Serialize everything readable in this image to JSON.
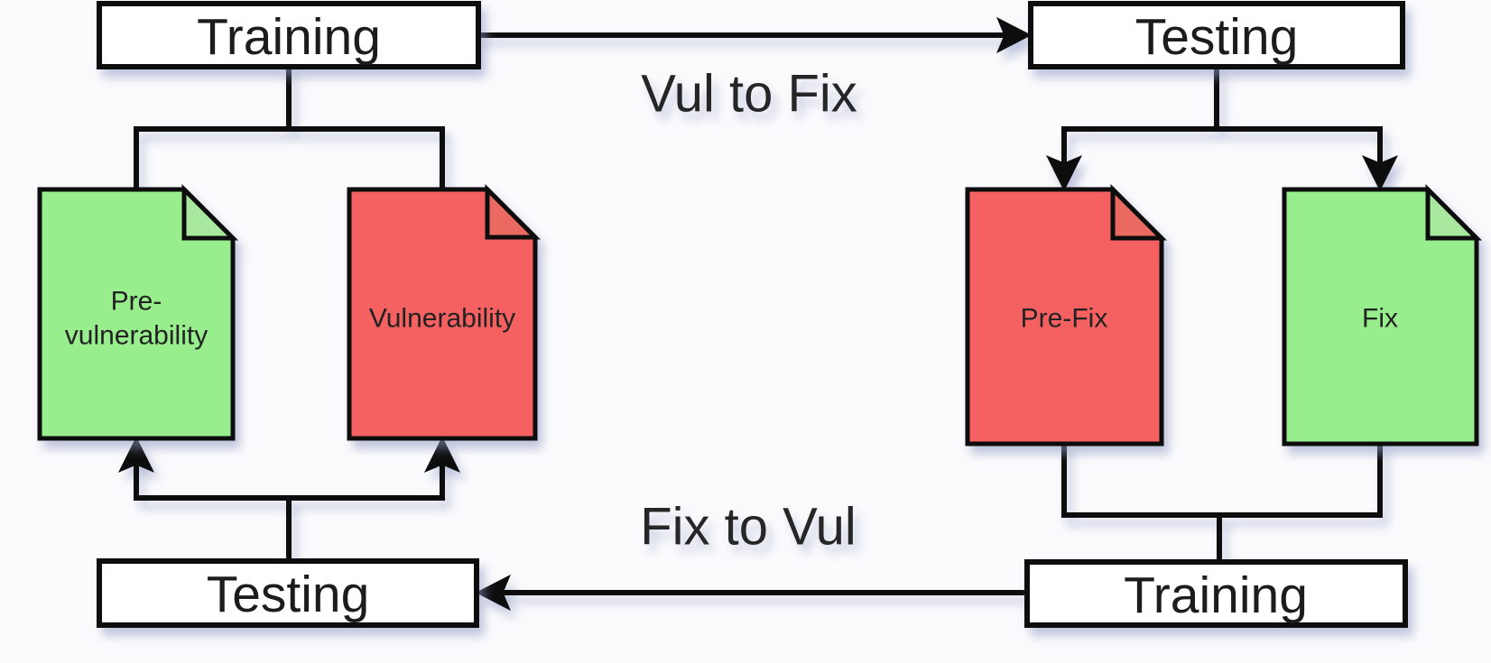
{
  "colors": {
    "background": "#fbfbfd",
    "box_fill": "#ffffff",
    "doc_green": "#98ee8d",
    "doc_green_fold": "#a8e89e",
    "doc_red": "#f56060",
    "doc_red_fold": "#ea6a62"
  },
  "nodes": {
    "training_top": {
      "label": "Training"
    },
    "testing_top": {
      "label": "Testing"
    },
    "testing_bottom": {
      "label": "Testing"
    },
    "training_bottom": {
      "label": "Training"
    }
  },
  "documents": {
    "pre_vulnerability": {
      "line1": "Pre-",
      "line2": "vulnerability"
    },
    "vulnerability": {
      "label": "Vulnerability"
    },
    "pre_fix": {
      "label": "Pre-Fix"
    },
    "fix": {
      "label": "Fix"
    }
  },
  "arrows": {
    "vul_to_fix": {
      "label": "Vul to Fix"
    },
    "fix_to_vul": {
      "label": "Fix to Vul"
    }
  }
}
